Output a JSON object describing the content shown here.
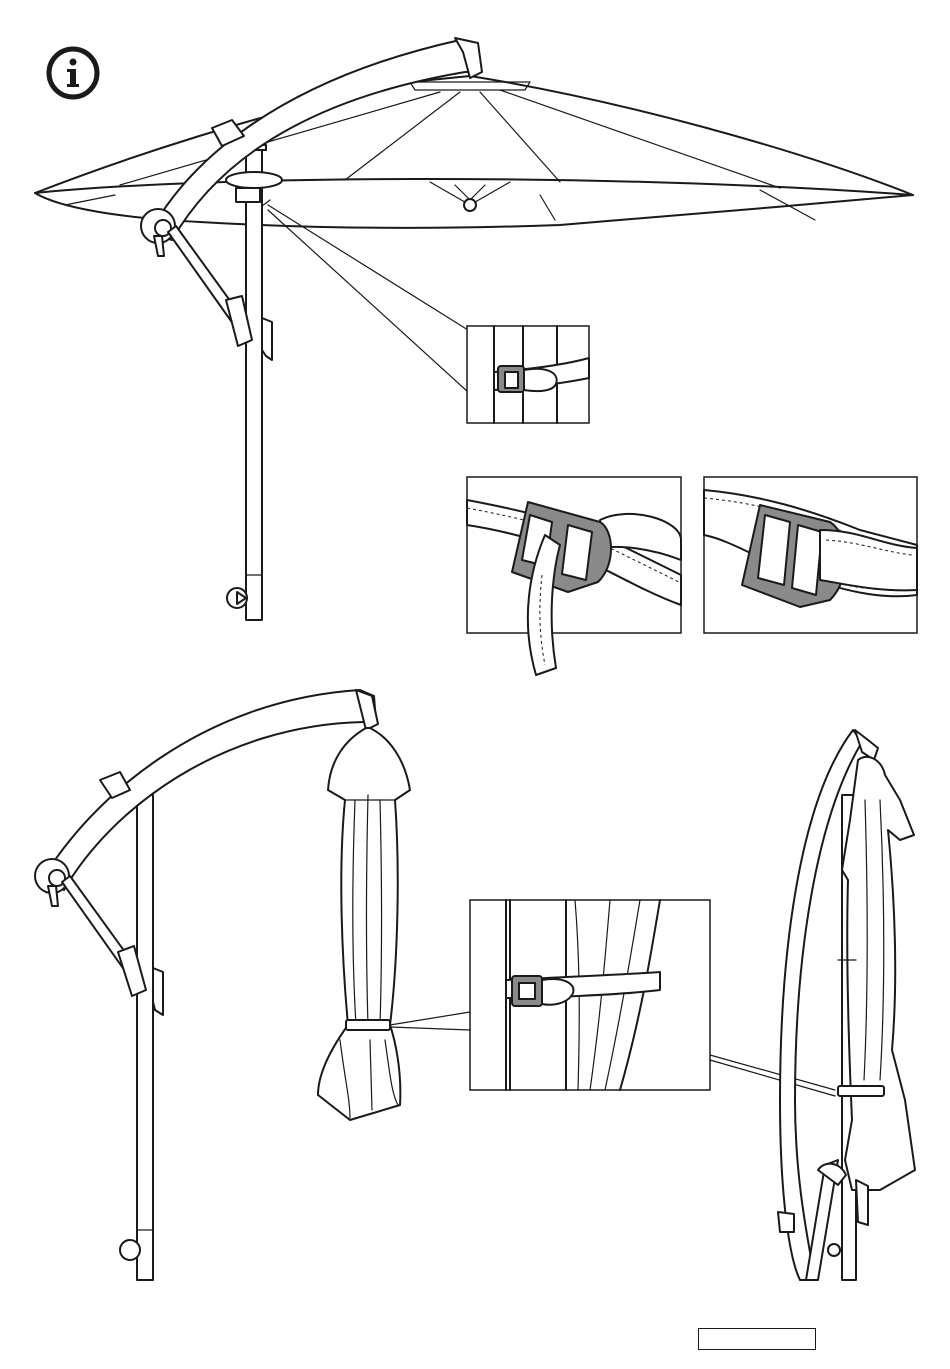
{
  "page": {
    "info_icon": "info-icon",
    "page_number": ""
  },
  "panels": [
    {
      "id": "open-umbrella",
      "icon": "open-cantilever-umbrella"
    },
    {
      "id": "strap-detail-top",
      "icon": "strap-buckle-closeup"
    },
    {
      "id": "buckle-threading",
      "icon": "buckle-open-strap"
    },
    {
      "id": "buckle-fastened",
      "icon": "buckle-closed-strap"
    },
    {
      "id": "closed-umbrella-hanging",
      "icon": "closed-umbrella-side"
    },
    {
      "id": "strap-detail-bottom",
      "icon": "strap-around-canopy"
    },
    {
      "id": "closed-umbrella-folded",
      "icon": "umbrella-folded-to-pole"
    }
  ],
  "colors": {
    "line": "#1a1a1a",
    "buckle_fill": "#8a8a8a",
    "background": "#ffffff"
  }
}
